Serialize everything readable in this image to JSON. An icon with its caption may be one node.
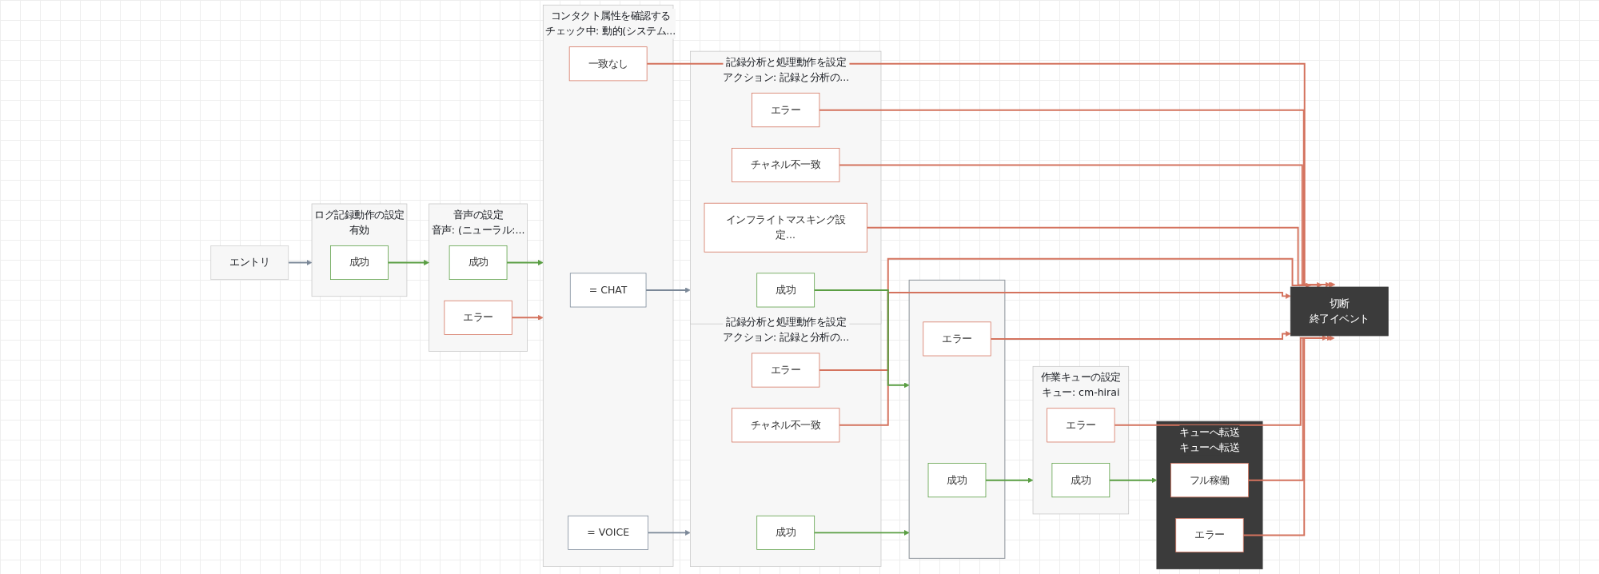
{
  "diagram": {
    "nodes": [
      {
        "text": [
          "エントリ"
        ]
      },
      {
        "text": [
          "ログ記録動作の設定",
          "有効"
        ]
      },
      {
        "text": [
          "成功"
        ],
        "in": 1
      },
      {
        "text": [
          "音声の設定",
          "音声: (ニューラル:..."
        ]
      },
      {
        "text": [
          "成功"
        ],
        "in": 3
      },
      {
        "text": [
          "エラー"
        ],
        "in": 3
      },
      {
        "text": [
          "コンタクト属性を確認する",
          "チェック中: 動的(システム..."
        ]
      },
      {
        "text": [
          "= CHAT"
        ],
        "in": 6
      },
      {
        "text": [
          "= VOICE"
        ],
        "in": 6
      },
      {
        "text": [
          "一致なし"
        ],
        "in": 6
      },
      {
        "text": [
          "記録分析と処理動作を設定",
          "アクション: 記録と分析の..."
        ]
      },
      {
        "text": [
          "成功"
        ],
        "in": 10
      },
      {
        "text": [
          "エラー"
        ],
        "in": 10
      },
      {
        "text": [
          "チャネル不一致"
        ],
        "in": 10
      },
      {
        "text": [
          "インフライトマスキング設定..."
        ],
        "in": 10
      },
      {
        "text": [
          "記録分析と処理動作を設定",
          "アクション: 記録と分析の..."
        ]
      },
      {
        "text": [
          "成功"
        ],
        "in": 15
      },
      {
        "text": [
          "エラー"
        ],
        "in": 15
      },
      {
        "text": [
          "チャネル不一致"
        ],
        "in": 15
      },
      {
        "text": [],
        "shape": "box"
      },
      {
        "text": [
          "成功"
        ],
        "in": 19
      },
      {
        "text": [
          "エラー"
        ],
        "in": 19
      },
      {
        "text": [
          "作業キューの設定",
          "キュー: cm-hirai"
        ]
      },
      {
        "text": [
          "成功"
        ],
        "in": 22
      },
      {
        "text": [
          "エラー"
        ],
        "in": 22
      },
      {
        "text": [
          "キューへ転送",
          "キューへ転送"
        ]
      },
      {
        "text": [
          "フル稼働"
        ],
        "in": 25
      },
      {
        "text": [
          "エラー"
        ],
        "in": 25
      },
      {
        "text": [
          "切断",
          "終了イベント"
        ]
      }
    ],
    "edges": [
      {
        "from": 0,
        "to": 1,
        "arrow": "to",
        "color": "#7b8898"
      },
      {
        "from": 2,
        "to": 3,
        "arrow": "to",
        "color": "#5a9e43"
      },
      {
        "from": 4,
        "to": 6,
        "arrow": "to",
        "color": "#5a9e43"
      },
      {
        "from": 5,
        "to": 6,
        "arrow": "to"
      },
      {
        "from": 7,
        "to": 10,
        "arrow": "to",
        "color": "#7b8898"
      },
      {
        "from": 8,
        "to": 15,
        "arrow": "to",
        "color": "#7b8898"
      },
      {
        "from": 9,
        "to": 28,
        "arrow": "to"
      },
      {
        "from": 11,
        "to": 19,
        "arrow": "to",
        "color": "#5a9e43"
      },
      {
        "from": 12,
        "to": 28,
        "arrow": "to"
      },
      {
        "from": 13,
        "to": 28,
        "arrow": "to"
      },
      {
        "from": 14,
        "to": 28,
        "arrow": "to"
      },
      {
        "from": 16,
        "to": 19,
        "arrow": "to",
        "color": "#5a9e43"
      },
      {
        "from": 17,
        "to": 28,
        "arrow": "to"
      },
      {
        "from": 18,
        "to": 28,
        "arrow": "to"
      },
      {
        "from": 20,
        "to": 22,
        "arrow": "to",
        "color": "#5a9e43"
      },
      {
        "from": 21,
        "to": 28,
        "arrow": "to"
      },
      {
        "from": 23,
        "to": 25,
        "arrow": "to",
        "color": "#5a9e43"
      },
      {
        "from": 24,
        "to": 28,
        "arrow": "to"
      },
      {
        "from": 26,
        "to": 28,
        "arrow": "to"
      },
      {
        "from": 27,
        "to": 28,
        "arrow": "to"
      }
    ]
  }
}
